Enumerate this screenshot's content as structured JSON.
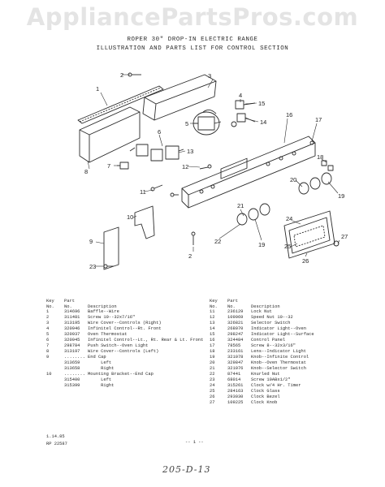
{
  "watermark": "AppliancePartsPros.com",
  "header": {
    "title_line1": "ROPER 30\" DROP-IN ELECTRIC RANGE",
    "title_line2": "ILLUSTRATION AND PARTS LIST FOR CONTROL SECTION"
  },
  "callouts": [
    "1",
    "2",
    "3",
    "4",
    "5",
    "6",
    "7",
    "8",
    "9",
    "10",
    "11",
    "12",
    "13",
    "14",
    "15",
    "16",
    "17",
    "18",
    "19",
    "20",
    "21",
    "22",
    "23",
    "24",
    "25",
    "26",
    "27"
  ],
  "parts_list": {
    "columns": {
      "key": "Key",
      "no": "No.",
      "part": "Part",
      "part_no": "No.",
      "description": "Description"
    },
    "left": [
      {
        "key": "1",
        "part": "314696",
        "desc": "Baffle--Wire"
      },
      {
        "key": "2",
        "part": "311481",
        "desc": "Screw 10--32x7/16\""
      },
      {
        "key": "3",
        "part": "313195",
        "desc": "Wire Cover--Controls (Right)"
      },
      {
        "key": "4",
        "part": "320946",
        "desc": "Infinitel Control--Rt. Front"
      },
      {
        "key": "5",
        "part": "320937",
        "desc": "Oven Thermostat"
      },
      {
        "key": "6",
        "part": "320945",
        "desc": "Infinitel Control--Lt., Rt. Rear & Lt. Front"
      },
      {
        "key": "7",
        "part": "298784",
        "desc": "Push Switch--Oven Light"
      },
      {
        "key": "8",
        "part": "313197",
        "desc": "Wire Cover--Controls (Left)"
      },
      {
        "key": "9",
        "part": "........",
        "desc": "End Cap"
      },
      {
        "key": "",
        "part": "313659",
        "desc": "     Left"
      },
      {
        "key": "",
        "part": "313658",
        "desc": "     Right"
      },
      {
        "key": "10",
        "part": "........",
        "desc": "Mounting Bracket--End Cap"
      },
      {
        "key": "",
        "part": "315400",
        "desc": "     Left"
      },
      {
        "key": "",
        "part": "315399",
        "desc": "     Right"
      }
    ],
    "right": [
      {
        "key": "11",
        "part": "236129",
        "desc": "Lock Nut"
      },
      {
        "key": "12",
        "part": "109069",
        "desc": "Speed Nut 10--32"
      },
      {
        "key": "13",
        "part": "326821",
        "desc": "Selector Switch"
      },
      {
        "key": "14",
        "part": "268070",
        "desc": "Indicator Light--Oven"
      },
      {
        "key": "15",
        "part": "298247",
        "desc": "Indicator Light--Surface"
      },
      {
        "key": "16",
        "part": "324484",
        "desc": "Control Panel"
      },
      {
        "key": "17",
        "part": "78565",
        "desc": "Screw 8--32x3/16\""
      },
      {
        "key": "18",
        "part": "233161",
        "desc": "Lens--Indicator Light"
      },
      {
        "key": "19",
        "part": "321078",
        "desc": "Knob--Infinite Control"
      },
      {
        "key": "20",
        "part": "329847",
        "desc": "Knob--Oven Thermostat"
      },
      {
        "key": "21",
        "part": "321076",
        "desc": "Knob--Selector Switch"
      },
      {
        "key": "22",
        "part": "87441",
        "desc": "Knurled Nut"
      },
      {
        "key": "23",
        "part": "68014",
        "desc": "Screw 10ABx1/2\""
      },
      {
        "key": "24",
        "part": "315261",
        "desc": "Clock w/4 Hr. Timer"
      },
      {
        "key": "25",
        "part": "284163",
        "desc": "Clock Glass"
      },
      {
        "key": "26",
        "part": "293030",
        "desc": "Clock Bezel"
      },
      {
        "key": "27",
        "part": "109225",
        "desc": "Clock Knob"
      }
    ]
  },
  "footer": {
    "date_code": "1.14.85",
    "pub_code": "RP 22587",
    "page_number": "-- 1 --",
    "handwritten_note": "205-D-13"
  }
}
